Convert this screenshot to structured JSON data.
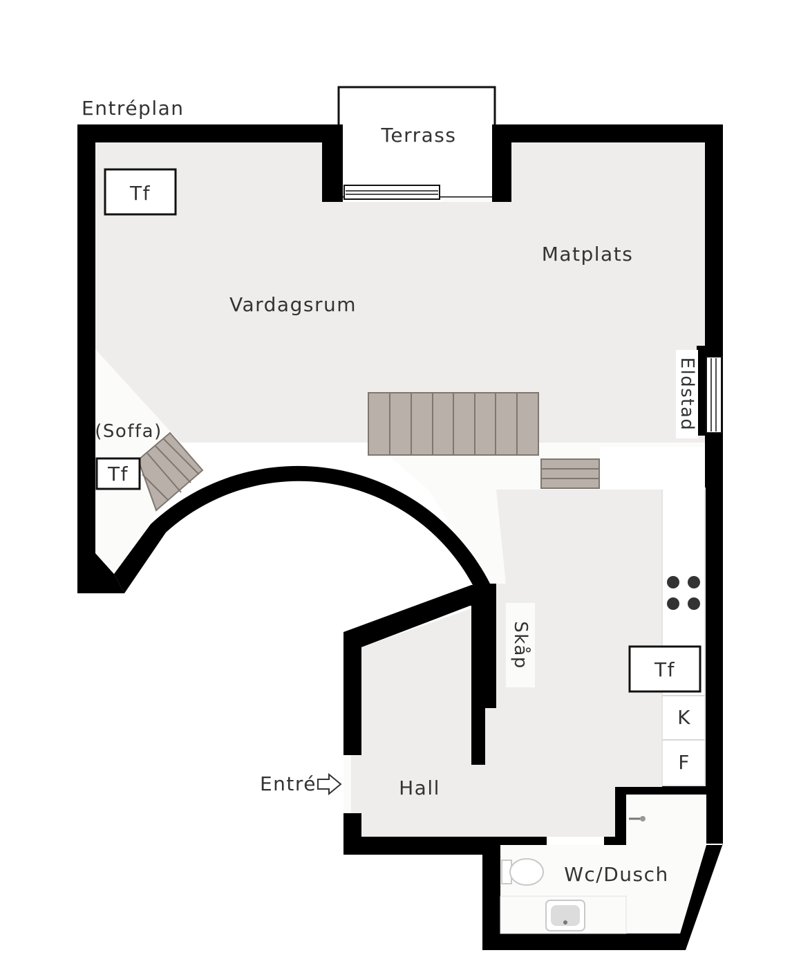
{
  "plan": {
    "level_title": "Entréplan",
    "rooms": {
      "terrace": "Terrass",
      "living_room": "Vardagsrum",
      "dining": "Matplats",
      "sofa": "(Soffa)",
      "fireplace": "Eldstad",
      "closet": "Skåp",
      "hall": "Hall",
      "entrance": "Entré",
      "wc_shower": "Wc/Dusch"
    },
    "markers": {
      "tf_top_left": "Tf",
      "tf_left": "Tf",
      "tf_kitchen": "Tf",
      "fridge": "K",
      "freezer": "F"
    },
    "icons": [
      "stove-icon",
      "toilet-icon",
      "sink-icon",
      "entrance-arrow-icon",
      "window-icon"
    ]
  }
}
